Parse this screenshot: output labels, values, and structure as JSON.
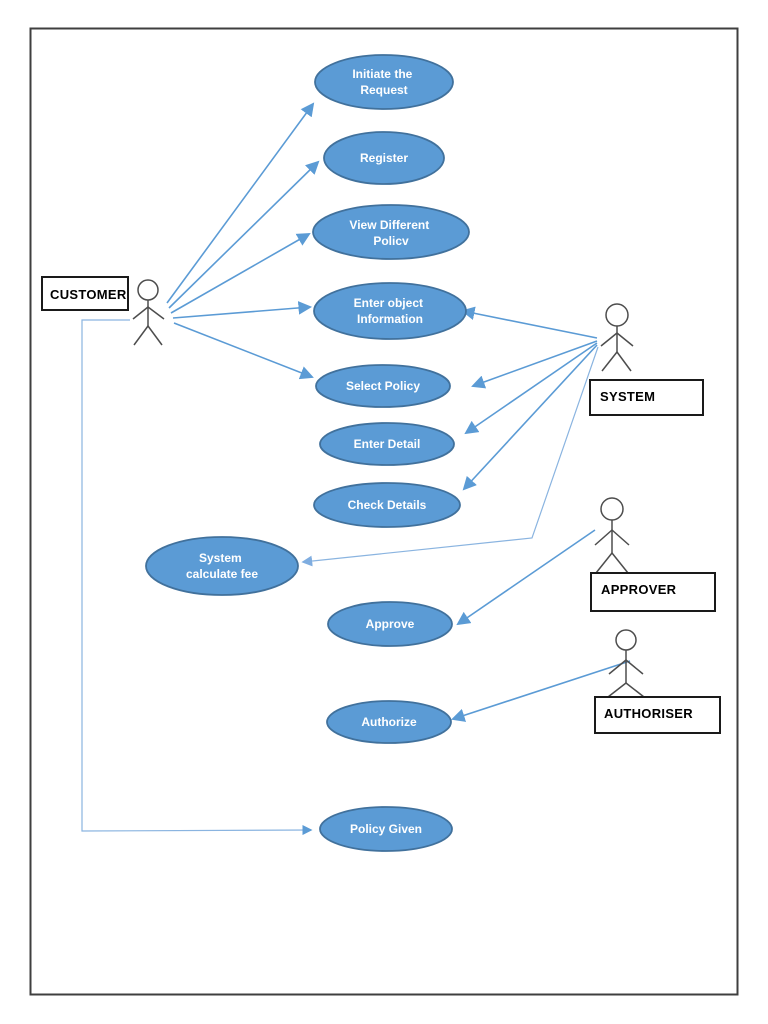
{
  "page": {
    "background": "#ffffff",
    "border_color": "#3f3f3f"
  },
  "colors": {
    "ellipse_fill": "#5b9bd5",
    "ellipse_border": "#41719c",
    "ellipse_text": "#ffffff",
    "arrow": "#5b9bd5",
    "arrow_light": "#8ab4e0",
    "actor_outline": "#4d4d4d"
  },
  "diagram": {
    "type": "use-case-diagram",
    "actors": [
      {
        "name": "CUSTOMER"
      },
      {
        "name": "SYSTEM"
      },
      {
        "name": "APPROVER"
      },
      {
        "name": "AUTHORISER"
      }
    ],
    "use_cases": [
      {
        "label": "Initiate the Request",
        "lines": [
          "Initiate the",
          "Request"
        ]
      },
      {
        "label": "Register",
        "lines": [
          "Register"
        ]
      },
      {
        "label": "View Different Policv",
        "lines": [
          "View Different",
          "Policv"
        ]
      },
      {
        "label": "Enter object Information",
        "lines": [
          "Enter object",
          "Information"
        ]
      },
      {
        "label": "Select Policy",
        "lines": [
          "Select Policy"
        ]
      },
      {
        "label": "Enter Detail",
        "lines": [
          "Enter Detail"
        ]
      },
      {
        "label": "Check Details",
        "lines": [
          "Check Details"
        ]
      },
      {
        "label": "System calculate fee",
        "lines": [
          "System",
          "calculate fee"
        ]
      },
      {
        "label": "Approve",
        "lines": [
          "Approve"
        ]
      },
      {
        "label": "Authorize",
        "lines": [
          "Authorize"
        ]
      },
      {
        "label": "Policy Given",
        "lines": [
          "Policy Given"
        ]
      }
    ],
    "associations": [
      {
        "from": "CUSTOMER",
        "to": "Initiate the Request"
      },
      {
        "from": "CUSTOMER",
        "to": "Register"
      },
      {
        "from": "CUSTOMER",
        "to": "View Different Policv"
      },
      {
        "from": "CUSTOMER",
        "to": "Enter object Information"
      },
      {
        "from": "CUSTOMER",
        "to": "Select Policy"
      },
      {
        "from": "CUSTOMER",
        "to": "Policy Given"
      },
      {
        "from": "SYSTEM",
        "to": "Enter object Information"
      },
      {
        "from": "SYSTEM",
        "to": "Select Policy"
      },
      {
        "from": "SYSTEM",
        "to": "Enter Detail"
      },
      {
        "from": "SYSTEM",
        "to": "Check Details"
      },
      {
        "from": "SYSTEM",
        "to": "System calculate fee"
      },
      {
        "from": "APPROVER",
        "to": "Approve"
      },
      {
        "from": "AUTHORISER",
        "to": "Authorize"
      }
    ]
  }
}
